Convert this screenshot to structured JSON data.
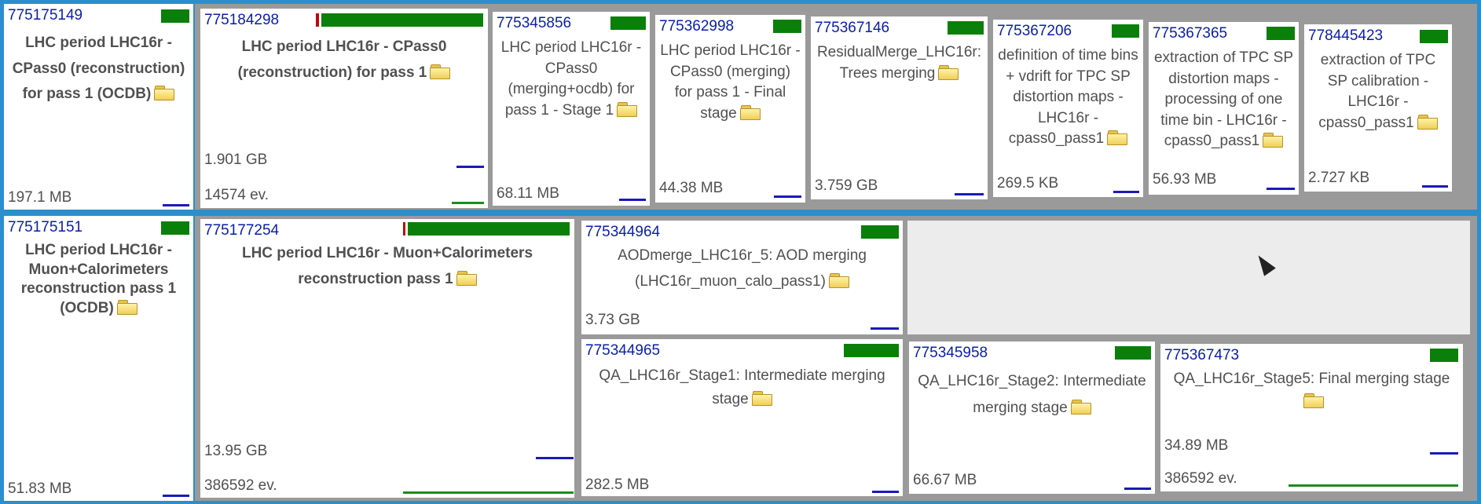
{
  "row1": {
    "c1": {
      "id": "775175149",
      "title": "LHC period LHC16r - CPass0 (reconstruction) for pass 1 (OCDB)",
      "size": "197.1 MB"
    },
    "c2": {
      "id": "775184298",
      "title": "LHC period LHC16r - CPass0 (reconstruction) for pass 1",
      "size": "1.901 GB",
      "events": "14574 ev."
    },
    "c3": {
      "id": "775345856",
      "title": "LHC period LHC16r - CPass0 (merging+ocdb) for pass 1 - Stage 1",
      "size": "68.11 MB"
    },
    "c4": {
      "id": "775362998",
      "title": "LHC period LHC16r - CPass0 (merging) for pass 1 - Final stage",
      "size": "44.38 MB"
    },
    "c5": {
      "id": "775367146",
      "title": "ResidualMerge_LHC16r: Trees merging",
      "size": "3.759 GB"
    },
    "c6": {
      "id": "775367206",
      "title": "definition of time bins + vdrift for TPC SP distortion maps - LHC16r - cpass0_pass1",
      "size": "269.5 KB"
    },
    "c7": {
      "id": "775367365",
      "title": "extraction of TPC SP distortion maps - processing of one time bin - LHC16r - cpass0_pass1",
      "size": "56.93 MB"
    },
    "c8": {
      "id": "778445423",
      "title": "extraction of TPC SP calibration - LHC16r - cpass0_pass1",
      "size": "2.727 KB"
    }
  },
  "row2": {
    "c1": {
      "id": "775175151",
      "title": "LHC period LHC16r - Muon+Calorimeters reconstruction pass 1 (OCDB)",
      "size": "51.83 MB"
    },
    "c2": {
      "id": "775177254",
      "title": "LHC period LHC16r - Muon+Calorimeters reconstruction pass 1",
      "size": "13.95 GB",
      "events": "386592 ev."
    },
    "c3": {
      "id": "775344964",
      "title": "AODmerge_LHC16r_5: AOD merging (LHC16r_muon_calo_pass1)",
      "size": "3.73 GB"
    },
    "c4": {
      "id": "775344965",
      "title": "QA_LHC16r_Stage1: Intermediate merging stage",
      "size": "282.5 MB"
    },
    "c5": {
      "id": "775345958",
      "title": "QA_LHC16r_Stage2: Intermediate merging stage",
      "size": "66.67 MB"
    },
    "c6": {
      "id": "775367473",
      "title": "QA_LHC16r_Stage5: Final merging stage",
      "size": "34.89 MB",
      "events": "386592 ev."
    }
  },
  "colors": {
    "job_id": "#0a1ea8",
    "progress_done": "#0a7f0a",
    "error_mark": "#c4000f",
    "frame": "#2a8fcc",
    "background": "#9a9a9a"
  },
  "icons": {
    "folder": "folder-icon",
    "cursor": "mouse-cursor-icon"
  }
}
